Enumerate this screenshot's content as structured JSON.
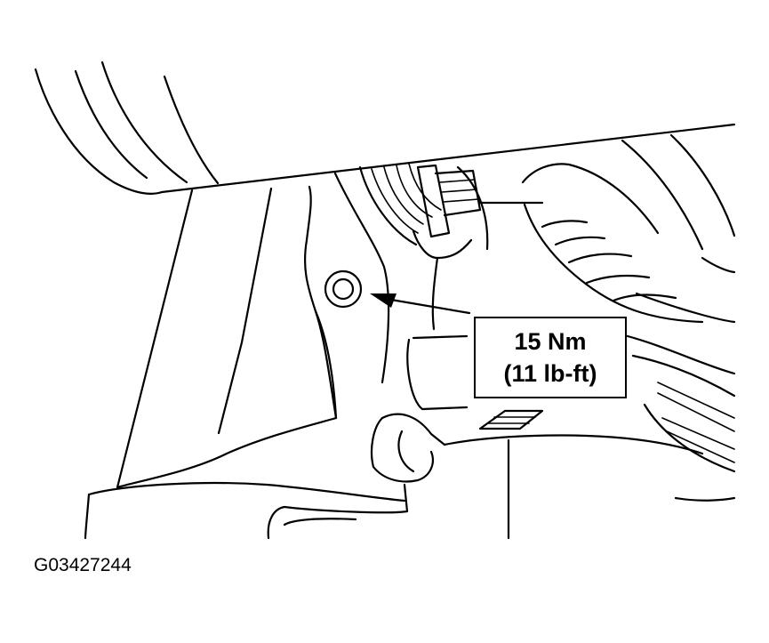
{
  "callout": {
    "torque_metric": "15 Nm",
    "torque_imperial": "(11 lb-ft)"
  },
  "figure_id": "G03427244",
  "colors": {
    "ink": "#000000",
    "paper": "#ffffff"
  }
}
